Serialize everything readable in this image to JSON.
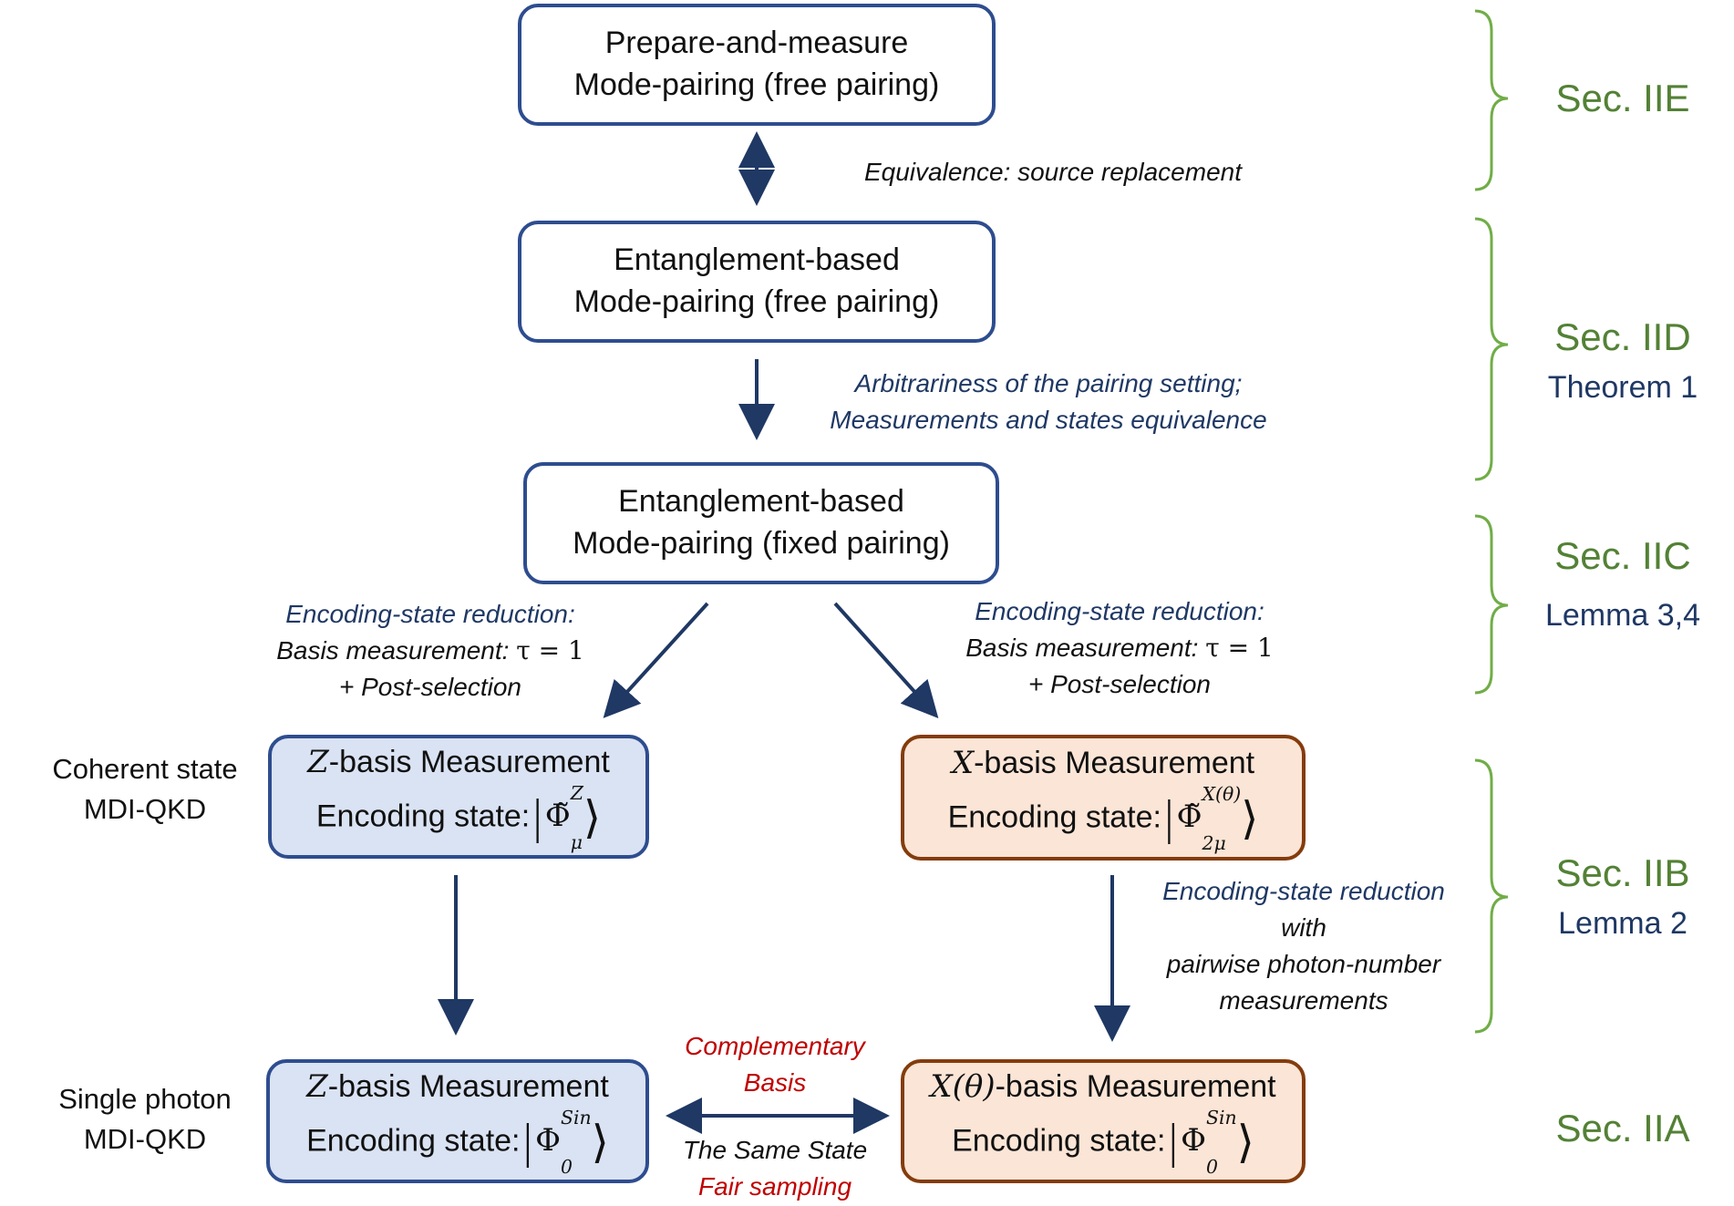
{
  "colors": {
    "navy": "#1f3864",
    "box_border_blue": "#2e4d8f",
    "z_fill": "#dae3f3",
    "x_fill": "#fbe5d6",
    "x_border": "#843c0c",
    "section_green": "#538135",
    "annotation_red": "#c00000"
  },
  "boxes": {
    "pm": {
      "line1": "Prepare-and-measure",
      "line2": "Mode-pairing (free pairing)"
    },
    "eb_free": {
      "line1": "Entanglement-based",
      "line2": "Mode-pairing (free pairing)"
    },
    "eb_fixed": {
      "line1": "Entanglement-based",
      "line2": "Mode-pairing (fixed pairing)"
    },
    "z_coh": {
      "basis": "Z",
      "title": "-basis Measurement",
      "enc": "Encoding state:",
      "phi": "Φ̃",
      "sub": "μ",
      "sup": "Z"
    },
    "x_coh": {
      "basis": "X",
      "title": "-basis Measurement",
      "enc": "Encoding state:",
      "phi": "Φ̃",
      "sub": "2μ",
      "sup": "X(θ)"
    },
    "z_single": {
      "basis": "Z",
      "title": "-basis Measurement",
      "enc": "Encoding state:",
      "phi": "Φ",
      "sub": "0",
      "sup": "Sin"
    },
    "x_single": {
      "basis": "X(θ)",
      "title": "-basis Measurement",
      "enc": "Encoding state:",
      "phi": "Φ",
      "sub": "0",
      "sup": "Sin"
    }
  },
  "annotations": {
    "source_replacement": "Equivalence: source replacement",
    "arbitrariness": [
      "Arbitrariness of the pairing setting;",
      "Measurements and states equivalence"
    ],
    "reduction_left": {
      "l1": "Encoding-state reduction:",
      "l2": "Basis measurement: ",
      "tau": "τ = 1",
      "l3": "+ Post-selection"
    },
    "reduction_right": {
      "l1": "Encoding-state reduction:",
      "l2": "Basis measurement: ",
      "tau": "τ = 1",
      "l3": "+ Post-selection"
    },
    "pairwise": [
      "Encoding-state reduction",
      "with",
      "pairwise photon-number",
      "measurements"
    ],
    "complementary": [
      "Complementary",
      "Basis"
    ],
    "same_state": "The Same State",
    "fair_sampling": "Fair sampling"
  },
  "side_labels": {
    "coherent": [
      "Coherent state",
      "MDI-QKD"
    ],
    "single": [
      "Single photon",
      "MDI-QKD"
    ]
  },
  "sections": {
    "iie": {
      "label": "Sec. IIE",
      "sub": ""
    },
    "iid": {
      "label": "Sec. IID",
      "sub": "Theorem 1"
    },
    "iic": {
      "label": "Sec. IIC",
      "sub": "Lemma 3,4"
    },
    "iib": {
      "label": "Sec. IIB",
      "sub": "Lemma 2"
    },
    "iia": {
      "label": "Sec. IIA",
      "sub": ""
    }
  }
}
